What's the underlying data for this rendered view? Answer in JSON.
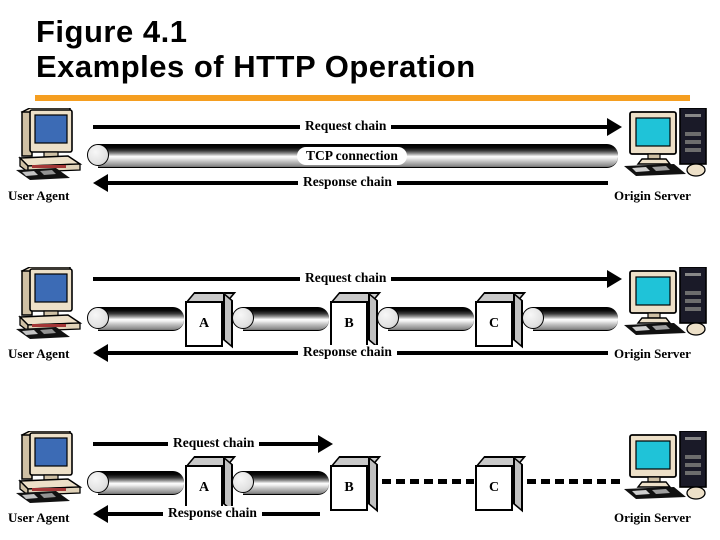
{
  "title": {
    "line1": "Figure 4.1",
    "line2": "Examples of HTTP Operation",
    "rule_color": "#F59E20"
  },
  "labels": {
    "user_agent": "User Agent",
    "origin_server": "Origin Server",
    "request_chain": "Request chain",
    "response_chain": "Response chain",
    "tcp_connection": "TCP connection"
  },
  "diagrams": [
    {
      "name": "direct-connection",
      "user_agent": "User Agent",
      "origin_server": "Origin Server",
      "request_chain": "Request chain",
      "response_chain": "Response chain",
      "pipe_label": "TCP connection",
      "intermediaries": [],
      "link_style": "cylinder"
    },
    {
      "name": "three-intermediaries",
      "user_agent": "User Agent",
      "origin_server": "Origin Server",
      "request_chain": "Request chain",
      "response_chain": "Response chain",
      "pipe_label": "",
      "intermediaries": [
        "A",
        "B",
        "C"
      ],
      "link_style": "cylinder"
    },
    {
      "name": "intermediaries-with-tunnel",
      "user_agent": "User Agent",
      "origin_server": "Origin Server",
      "request_chain": "Request chain",
      "response_chain": "Response chain",
      "pipe_label": "",
      "intermediaries": [
        "A",
        "B",
        "C"
      ],
      "link_style": "mixed-cylinder-dashed"
    }
  ],
  "icons": {
    "user_agent_icon": "desktop-computer-icon",
    "origin_server_icon": "server-computer-icon",
    "intermediary_icon": "cube-icon"
  },
  "colors": {
    "accent_orange": "#F59E20",
    "ua_screen": "#3C6BB5",
    "server_screen": "#1FC3D8",
    "case_beige": "#EDE0C8",
    "tower_dark": "#1A1A28",
    "outline": "#000000"
  }
}
